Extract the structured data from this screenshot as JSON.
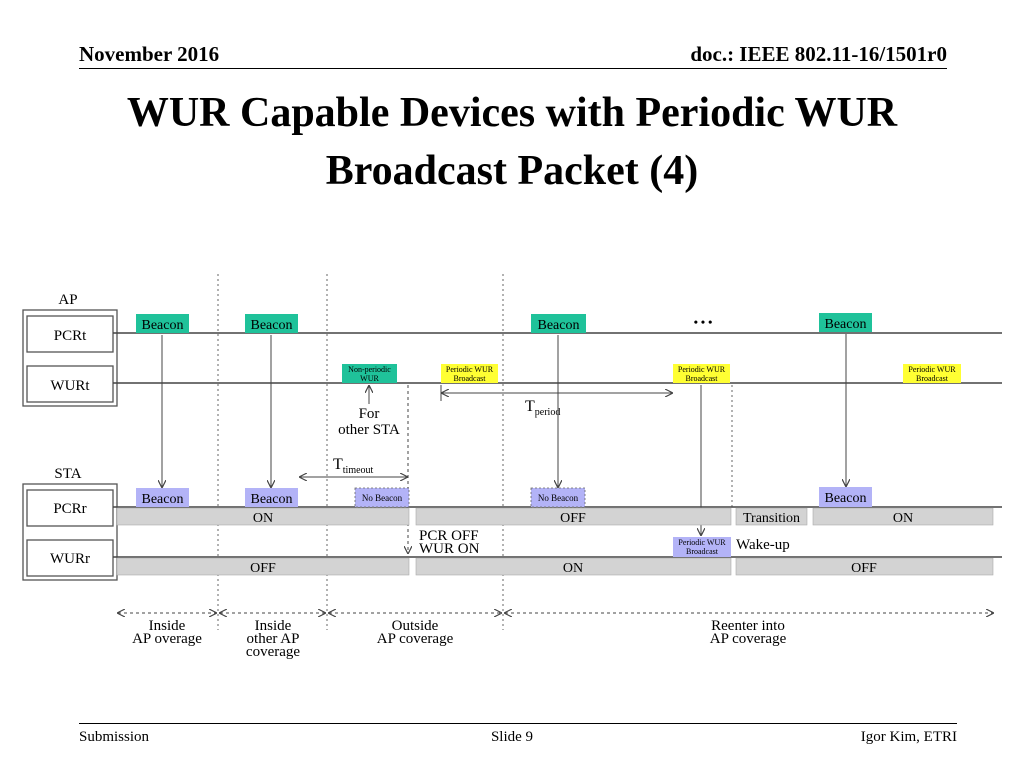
{
  "header": {
    "date": "November 2016",
    "doc": "doc.: IEEE 802.11-16/1501r0"
  },
  "title": {
    "line1": "WUR Capable Devices with Periodic WUR",
    "line2": "Broadcast Packet (4)"
  },
  "footer": {
    "left": "Submission",
    "center": "Slide 9",
    "right": "Igor Kim, ETRI"
  },
  "diagram": {
    "ap_label": "AP",
    "sta_label": "STA",
    "pcrt": "PCRt",
    "wurt": "WURt",
    "pcrr": "PCRr",
    "wurr": "WURr",
    "beacon": "Beacon",
    "no_beacon": "No Beacon",
    "ellipsis": "• • •",
    "nonperiodic_1": "Non-periodic",
    "nonperiodic_2": "WUR",
    "periodic_1": "Periodic WUR",
    "periodic_2": "Broadcast",
    "for_1": "For",
    "for_2": "other STA",
    "t_timeout": "T",
    "t_timeout_sub": "timeout",
    "t_period": "T",
    "t_period_sub": "period",
    "on": "ON",
    "off": "OFF",
    "transition": "Transition",
    "wakeup": "Wake-up",
    "pcr_off": "PCR OFF",
    "wur_on": "WUR ON",
    "phase1_1": "Inside",
    "phase1_2": "AP overage",
    "phase2_1": "Inside",
    "phase2_2": "other AP",
    "phase2_3": "coverage",
    "phase3_1": "Outside",
    "phase3_2": "AP coverage",
    "phase4_1": "Reenter into",
    "phase4_2": "AP coverage",
    "colors": {
      "beacon_green": "#1fc29a",
      "sta_purple": "#b3b3f7",
      "yellow": "#ffff33",
      "bar_gray": "#d3d3d3"
    }
  }
}
